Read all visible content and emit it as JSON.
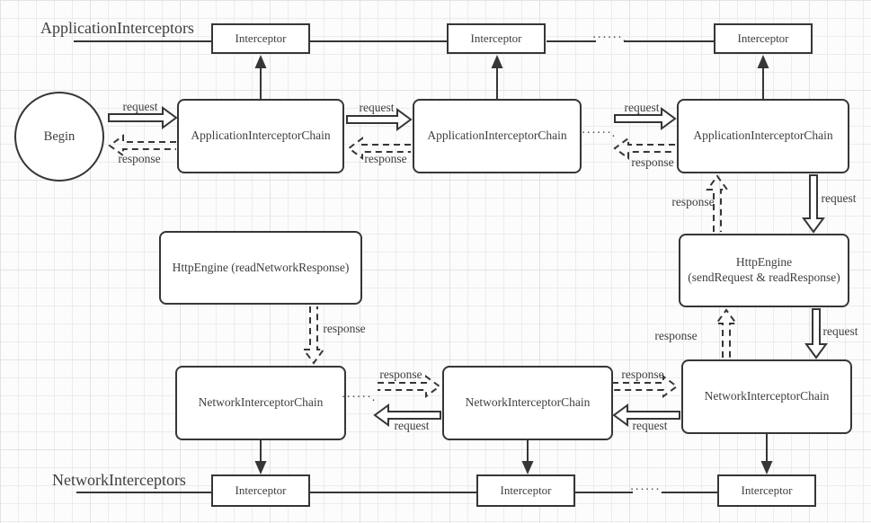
{
  "colors": {
    "stroke": "#363636",
    "text": "#3e3e3e",
    "box_bg": "#ffffff",
    "canvas_bg": "#fcfcfc",
    "grid": "#ececec",
    "grid_major": "#e3e3e3"
  },
  "titles": {
    "application_interceptors": "ApplicationInterceptors",
    "network_interceptors": "NetworkInterceptors"
  },
  "nodes": {
    "begin": "Begin",
    "interceptor": "Interceptor",
    "application_interceptor_chain": "ApplicationInterceptorChain",
    "network_interceptor_chain": "NetworkInterceptorChain",
    "http_engine_read": "HttpEngine (readNetworkResponse)",
    "http_engine_send_line1": "HttpEngine",
    "http_engine_send_line2": "(sendRequest & readResponse)"
  },
  "edge_labels": {
    "request": "request",
    "response": "response"
  },
  "ellipsis": "······."
}
